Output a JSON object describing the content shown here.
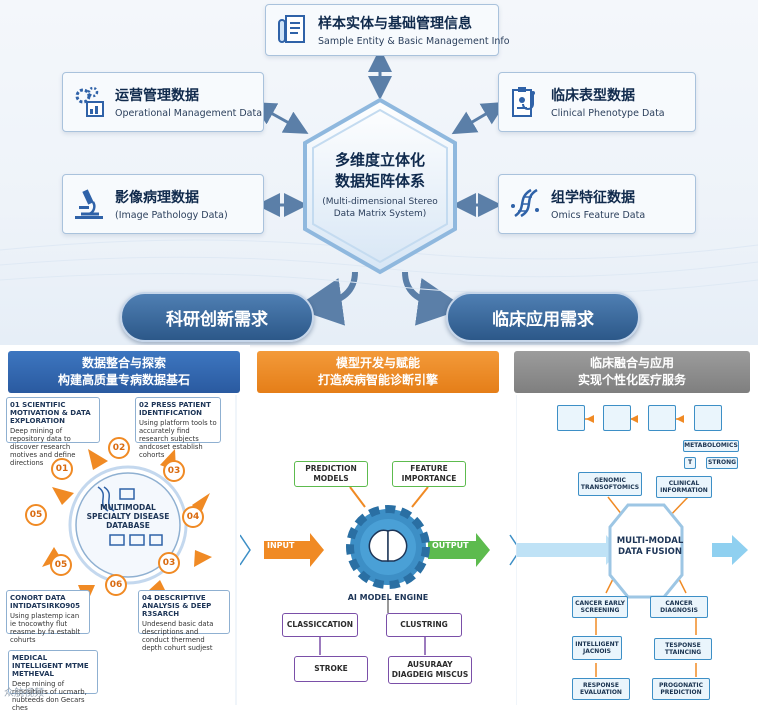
{
  "top": {
    "cards": [
      {
        "zh": "样本实体与基础管理信息",
        "en": "Sample Entity & Basic Management Info",
        "icon": "document-test-tube-icon"
      },
      {
        "zh": "运营管理数据",
        "en": "Operational Management Data",
        "icon": "gears-chart-icon"
      },
      {
        "zh": "临床表型数据",
        "en": "Clinical Phenotype Data",
        "icon": "clipboard-stethoscope-icon"
      },
      {
        "zh": "影像病理数据",
        "en": "(Image Pathology Data)",
        "icon": "microscope-icon"
      },
      {
        "zh": "组学特征数据",
        "en": "Omics Feature Data",
        "icon": "dna-icon"
      }
    ],
    "center": {
      "zh1": "多维度立体化",
      "zh2": "数据矩阵体系",
      "en": "(Multi-dimensional Stereo Data Matrix System)"
    },
    "pills": {
      "left": "科研创新需求",
      "right": "临床应用需求"
    }
  },
  "panels": {
    "left": {
      "title1": "数据整合与探索",
      "title2": "构建高质量专病数据基石",
      "center": "MULTIMODAL SPECIALTY DISEASE DATABASE",
      "numbers": [
        "01",
        "02",
        "03",
        "04",
        "05",
        "06",
        "05",
        "03"
      ],
      "boxes": [
        {
          "h": "01 SCIENTIFIC MOTIVATION & DATA EXPLORATION",
          "t": "Deep mining of repository data to discover research motives and define directions"
        },
        {
          "h": "02 PRESS PATIENT IDENTIFICATION",
          "t": "Using platform tools to accurately find research subjects andcoset establish cohorts"
        },
        {
          "h": "CONORT DATA INTIDATSIRKO905",
          "t": "Using plastemp ican ie tnocowthy flut reasme by fa establt cohurts"
        },
        {
          "h": "04 DESCRIPTIVE ANALYSIS & DEEP R3SARCH",
          "t": "Undesend basic data descriptions and conduct thermend depth cohurt sudjest"
        },
        {
          "h": "MEDICAL INTELLIGENT MTME METHEVAL",
          "t": "Deep mining of repositiors of ucmarb, nubteeds don Gecars ches"
        }
      ]
    },
    "middle": {
      "title1": "模型开发与赋能",
      "title2": "打造疾病智能诊断引擎",
      "prediction": "PREDICTION MODELS",
      "feature": "FEATURE IMPORTANCE",
      "input": "INPUT",
      "output": "OUTPUT",
      "engine": "AI MODEL ENGINE",
      "classification": "CLASSICCATION",
      "clustering": "CLUSTRING",
      "stroke": "STROKE",
      "diag": "AUSURAAY DIAGDEIG MISCUS"
    },
    "right": {
      "title1": "临床融合与应用",
      "title2": "实现个性化医疗服务",
      "metabolomics": "METABOLOMICS",
      "t": "T",
      "strong": "STRONG",
      "genomic": "GENOMIC TRANSOFTOMICS",
      "clinical": "CLINICAL INFORMATION",
      "fusion": "MULTI-MODAL DATA FUSION",
      "screening": "CANCER EARLY SCREENING",
      "diagnosis": "CANCER DIAGNOSIS",
      "intelligent": "INTELLIGENT JACNOIS",
      "response": "TESPONSE TTAINCING",
      "evaluation": "RESPONSE EVALUATION",
      "prognostic": "PROGONATIC PREDICTION"
    }
  },
  "watermark": "众航视频",
  "colors": {
    "blue": "#2f62a8",
    "orange": "#f08a24",
    "gray": "#8a8a8a",
    "navy": "#2c5889"
  }
}
